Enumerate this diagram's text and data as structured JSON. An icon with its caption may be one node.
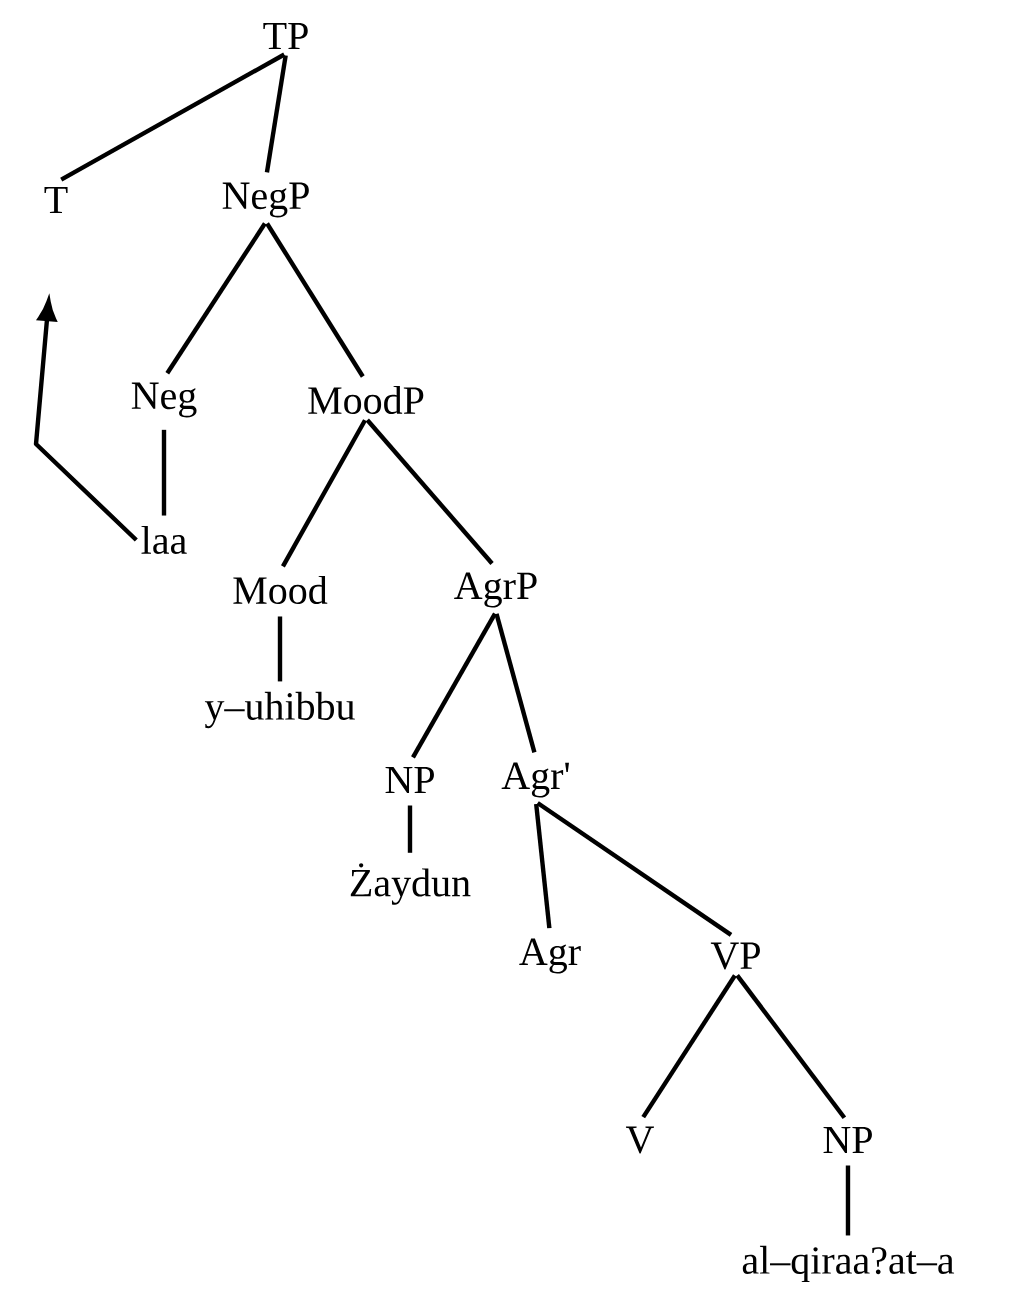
{
  "diagram": {
    "nodes": [
      {
        "text": [
          "TP"
        ]
      },
      {
        "text": [
          "T"
        ]
      },
      {
        "text": [
          "NegP"
        ]
      },
      {
        "text": [
          "Neg"
        ]
      },
      {
        "text": [
          "MoodP"
        ]
      },
      {
        "text": [
          "laa"
        ]
      },
      {
        "text": [
          "Mood"
        ]
      },
      {
        "text": [
          "AgrP"
        ]
      },
      {
        "text": [
          "y–uhibbu"
        ]
      },
      {
        "text": [
          "NP"
        ]
      },
      {
        "text": [
          "Agr'"
        ]
      },
      {
        "text": [
          "Żaydun"
        ]
      },
      {
        "text": [
          "Agr"
        ]
      },
      {
        "text": [
          "VP"
        ]
      },
      {
        "text": [
          "V"
        ]
      },
      {
        "text": [
          "NP"
        ]
      },
      {
        "text": [
          "al–qiraa?at–a"
        ]
      }
    ],
    "edges": [
      {
        "from": 0,
        "to": 1,
        "arrow": "none"
      },
      {
        "from": 0,
        "to": 2,
        "arrow": "none"
      },
      {
        "from": 2,
        "to": 3,
        "arrow": "none"
      },
      {
        "from": 2,
        "to": 4,
        "arrow": "none"
      },
      {
        "from": 3,
        "to": 5,
        "arrow": "none"
      },
      {
        "from": 4,
        "to": 6,
        "arrow": "none"
      },
      {
        "from": 4,
        "to": 7,
        "arrow": "none"
      },
      {
        "from": 6,
        "to": 8,
        "arrow": "none"
      },
      {
        "from": 7,
        "to": 9,
        "arrow": "none"
      },
      {
        "from": 7,
        "to": 10,
        "arrow": "none"
      },
      {
        "from": 9,
        "to": 11,
        "arrow": "none"
      },
      {
        "from": 10,
        "to": 12,
        "arrow": "none"
      },
      {
        "from": 10,
        "to": 13,
        "arrow": "none"
      },
      {
        "from": 13,
        "to": 14,
        "arrow": "none"
      },
      {
        "from": 13,
        "to": 15,
        "arrow": "none"
      },
      {
        "from": 15,
        "to": 16,
        "arrow": "none"
      },
      {
        "from": 5,
        "to": 1,
        "arrow": "to"
      }
    ]
  }
}
